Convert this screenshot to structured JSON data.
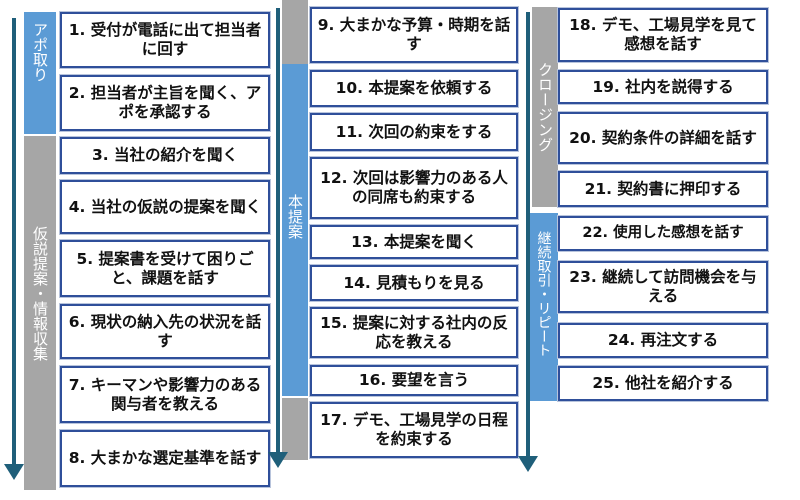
{
  "columns": [
    {
      "labels": [
        "アポ取り",
        "仮説提案・情報収集"
      ],
      "steps": [
        "1. 受付が電話に出て担当者に回す",
        "2. 担当者が主旨を聞く、アポを承認する",
        "3. 当社の紹介を聞く",
        "4. 当社の仮説の提案を聞く",
        "5. 提案書を受けて困りごと、課題を話す",
        "6. 現状の納入先の状況を話す",
        "7. キーマンや影響力のある関与者を教える",
        "8. 大まかな選定基準を話す"
      ]
    },
    {
      "labels": [
        "本提案"
      ],
      "steps": [
        "9. 大まかな予算・時期を話す",
        "10. 本提案を依頼する",
        "11. 次回の約束をする",
        "12. 次回は影響力のある人の同席も約束する",
        "13. 本提案を聞く",
        "14. 見積もりを見る",
        "15. 提案に対する社内の反応を教える",
        "16. 要望を言う",
        "17. デモ、工場見学の日程を約束する"
      ]
    },
    {
      "labels": [
        "クロージング",
        "継続取引・リピート"
      ],
      "steps": [
        "18. デモ、工場見学を見て感想を話す",
        "19. 社内を説得する",
        "20. 契約条件の詳細を話す",
        "21. 契約書に押印する",
        "22. 使用した感想を話す",
        "23. 継続して訪問機会を与える",
        "24. 再注文する",
        "25. 他社を紹介する"
      ]
    }
  ],
  "colors": {
    "phase_blue": "#5b9bd5",
    "phase_gray": "#a6a6a6",
    "arrow": "#1f5f7a",
    "box_border": "#2f4f9a"
  }
}
